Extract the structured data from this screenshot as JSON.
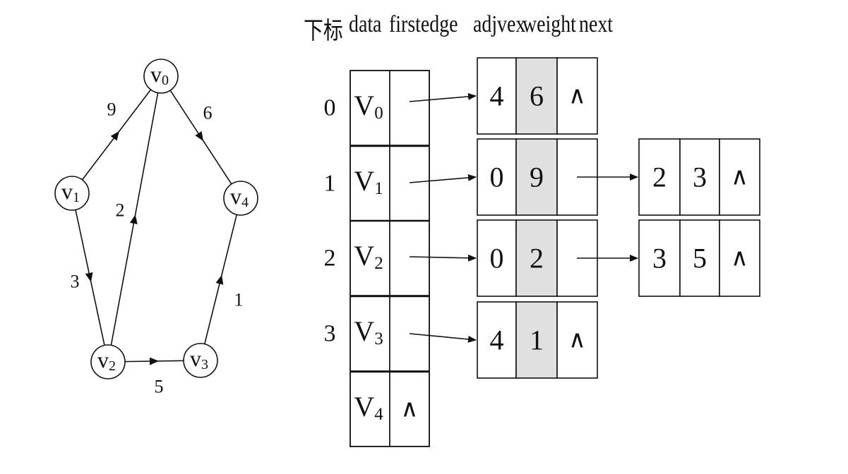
{
  "headers": {
    "index": "下标",
    "data": "data",
    "firstedge": "firstedge",
    "adjvex": "adjvex",
    "weight": "weight",
    "next": "next"
  },
  "null_symbol": "∧",
  "graph": {
    "vertices": [
      {
        "id": "v0",
        "base": "v",
        "sub": "0"
      },
      {
        "id": "v1",
        "base": "v",
        "sub": "1"
      },
      {
        "id": "v2",
        "base": "v",
        "sub": "2"
      },
      {
        "id": "v3",
        "base": "v",
        "sub": "3"
      },
      {
        "id": "v4",
        "base": "v",
        "sub": "4"
      }
    ],
    "edges": [
      {
        "from": "v1",
        "to": "v0",
        "weight": "9"
      },
      {
        "from": "v0",
        "to": "v4",
        "weight": "6"
      },
      {
        "from": "v2",
        "to": "v0",
        "weight": "2"
      },
      {
        "from": "v1",
        "to": "v2",
        "weight": "3"
      },
      {
        "from": "v2",
        "to": "v3",
        "weight": "5"
      },
      {
        "from": "v3",
        "to": "v4",
        "weight": "1"
      }
    ]
  },
  "adjacency_list": [
    {
      "index": "0",
      "data_base": "V",
      "data_sub": "0",
      "edges": [
        {
          "adjvex": "4",
          "weight": "6"
        }
      ]
    },
    {
      "index": "1",
      "data_base": "V",
      "data_sub": "1",
      "edges": [
        {
          "adjvex": "0",
          "weight": "9"
        },
        {
          "adjvex": "2",
          "weight": "3"
        }
      ]
    },
    {
      "index": "2",
      "data_base": "V",
      "data_sub": "2",
      "edges": [
        {
          "adjvex": "0",
          "weight": "2"
        },
        {
          "adjvex": "3",
          "weight": "5"
        }
      ]
    },
    {
      "index": "3",
      "data_base": "V",
      "data_sub": "3",
      "edges": [
        {
          "adjvex": "4",
          "weight": "1"
        }
      ]
    },
    {
      "index": "",
      "data_base": "V",
      "data_sub": "4",
      "edges": []
    }
  ],
  "colors": {
    "line": "#111111",
    "weight_fill": "#e0e0e0",
    "background": "#ffffff"
  }
}
